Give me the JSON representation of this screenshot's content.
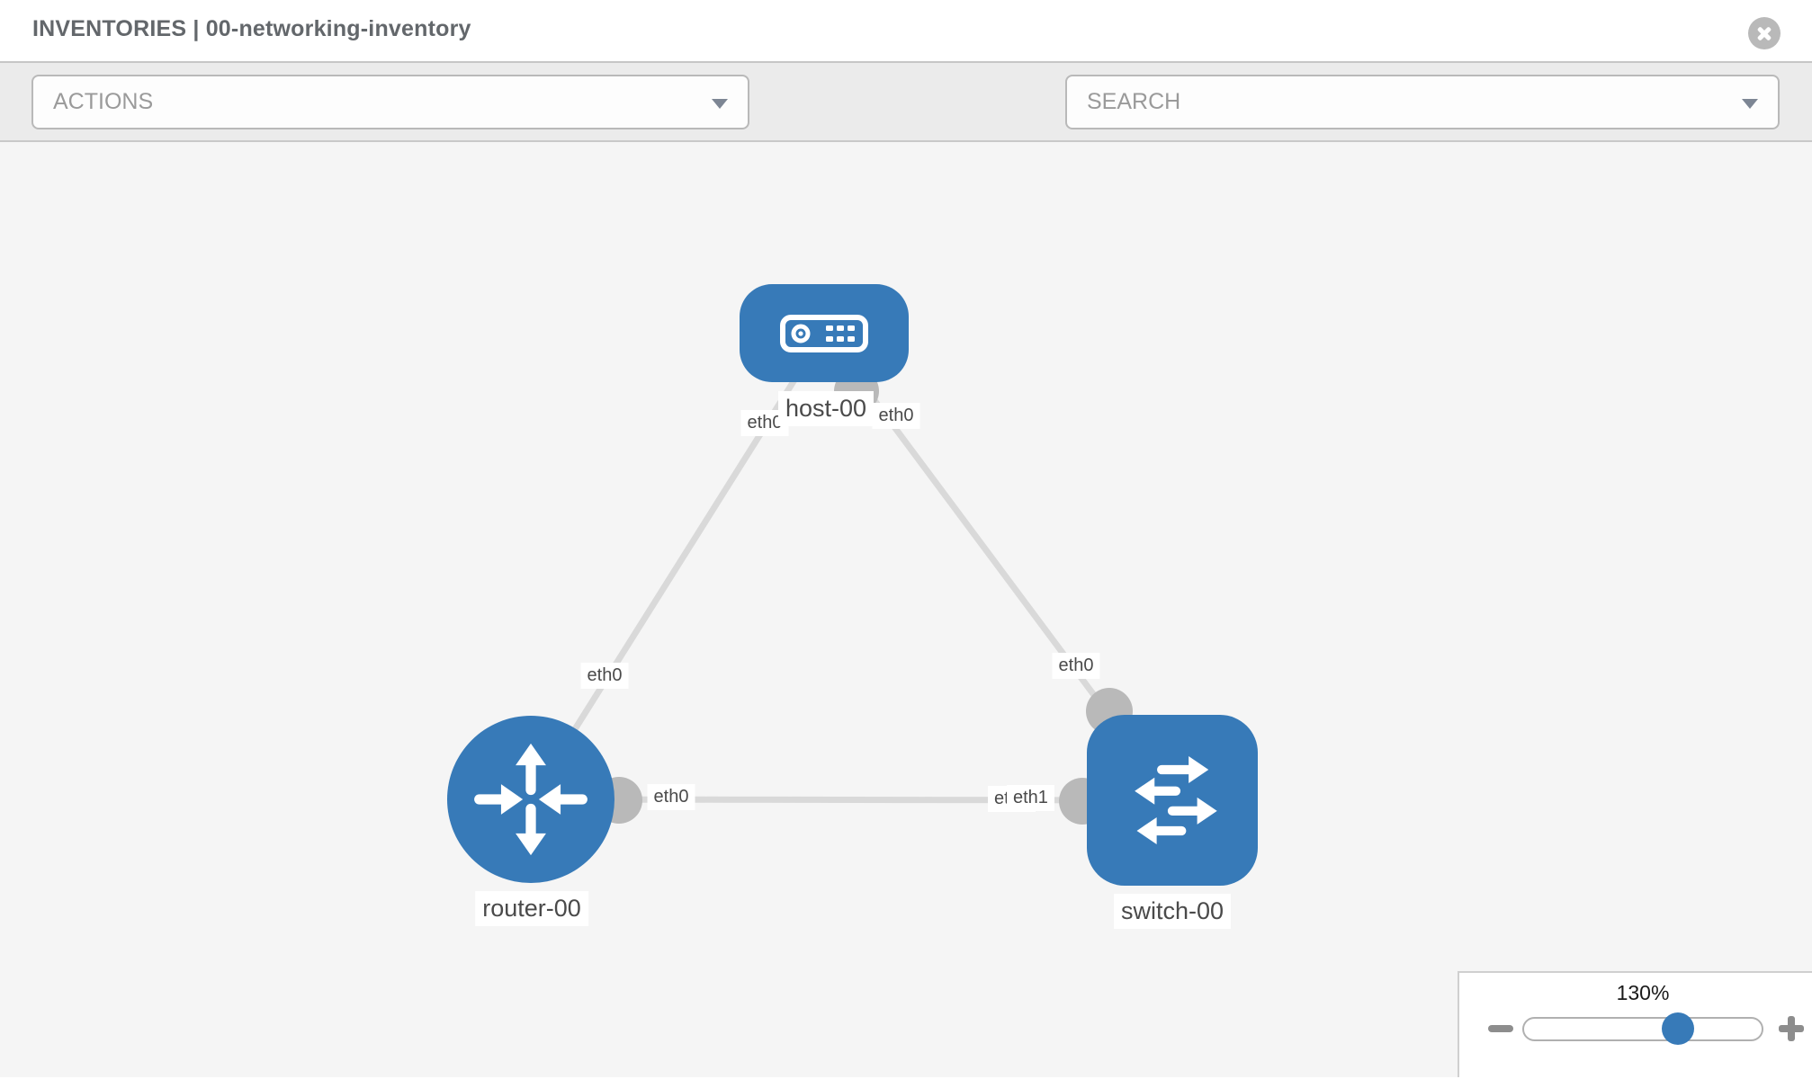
{
  "header": {
    "title": "INVENTORIES | 00-networking-inventory",
    "close_icon": "circle-x"
  },
  "toolbar": {
    "actions_label": "ACTIONS",
    "search_label": "SEARCH",
    "icons": [
      "wrench-icon",
      "key-icon"
    ]
  },
  "topology": {
    "nodes": [
      {
        "id": "host-00",
        "label": "host-00",
        "type": "host",
        "icon": "server-icon"
      },
      {
        "id": "router-00",
        "label": "router-00",
        "type": "router",
        "icon": "router-arrows-icon"
      },
      {
        "id": "switch-00",
        "label": "switch-00",
        "type": "switch",
        "icon": "switch-arrows-icon"
      }
    ],
    "links": [
      {
        "from": "host-00",
        "to": "router-00",
        "from_if": "eth0",
        "to_if": "eth0"
      },
      {
        "from": "host-00",
        "to": "switch-00",
        "from_if": "eth0",
        "to_if": "eth0"
      },
      {
        "from": "router-00",
        "to": "switch-00",
        "from_if": "eth0",
        "to_if": "eth1"
      }
    ]
  },
  "zoom_control": {
    "level": "130%",
    "minus_icon": "minus-icon",
    "plus_icon": "plus-icon"
  },
  "colors": {
    "node_blue": "#377ab8",
    "link_gray": "#d9d9d9",
    "interface_gray": "#b9b9b9",
    "canvas_bg": "#f5f5f5",
    "toolbar_bg": "#ebebeb",
    "border_gray": "#c9c9c9"
  }
}
